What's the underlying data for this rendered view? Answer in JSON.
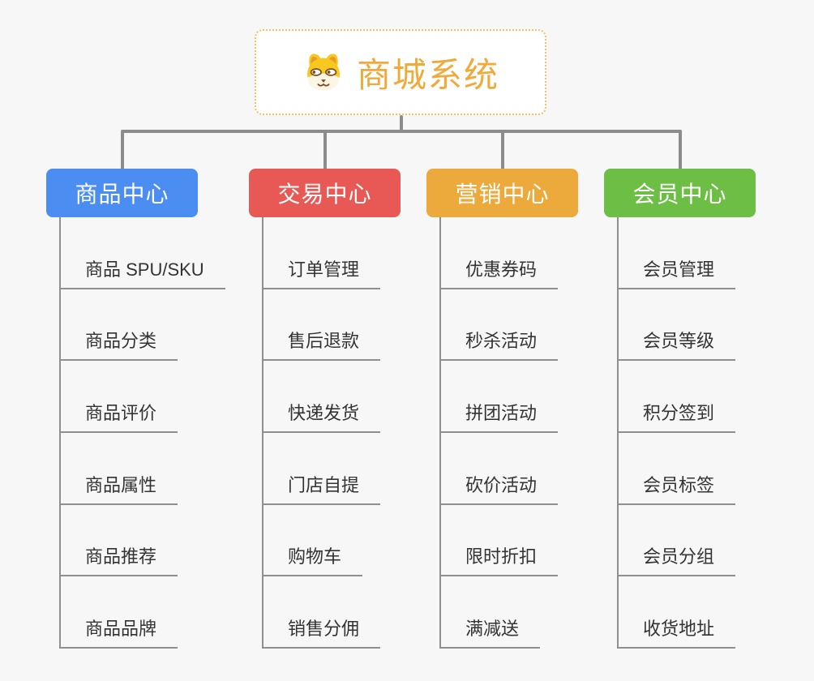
{
  "page": {
    "background": "#f7f7f7"
  },
  "root": {
    "title": "商城系统",
    "icon": "dog-face-icon",
    "text_color": "#f2a93b",
    "border_color": "#f2c06a",
    "bg": "#ffffff"
  },
  "connector_color": "#8c8c8c",
  "leaf_style": {
    "text_color": "#333333",
    "line_color": "#8f8f8f"
  },
  "branches": [
    {
      "label": "商品中心",
      "color": "#4b8df0",
      "children": [
        "商品 SPU/SKU",
        "商品分类",
        "商品评价",
        "商品属性",
        "商品推荐",
        "商品品牌"
      ]
    },
    {
      "label": "交易中心",
      "color": "#e85955",
      "children": [
        "订单管理",
        "售后退款",
        "快递发货",
        "门店自提",
        "购物车",
        "销售分佣"
      ]
    },
    {
      "label": "营销中心",
      "color": "#ecaa3c",
      "children": [
        "优惠券码",
        "秒杀活动",
        "拼团活动",
        "砍价活动",
        "限时折扣",
        "满减送"
      ]
    },
    {
      "label": "会员中心",
      "color": "#6cbe44",
      "children": [
        "会员管理",
        "会员等级",
        "积分签到",
        "会员标签",
        "会员分组",
        "收货地址"
      ]
    }
  ]
}
